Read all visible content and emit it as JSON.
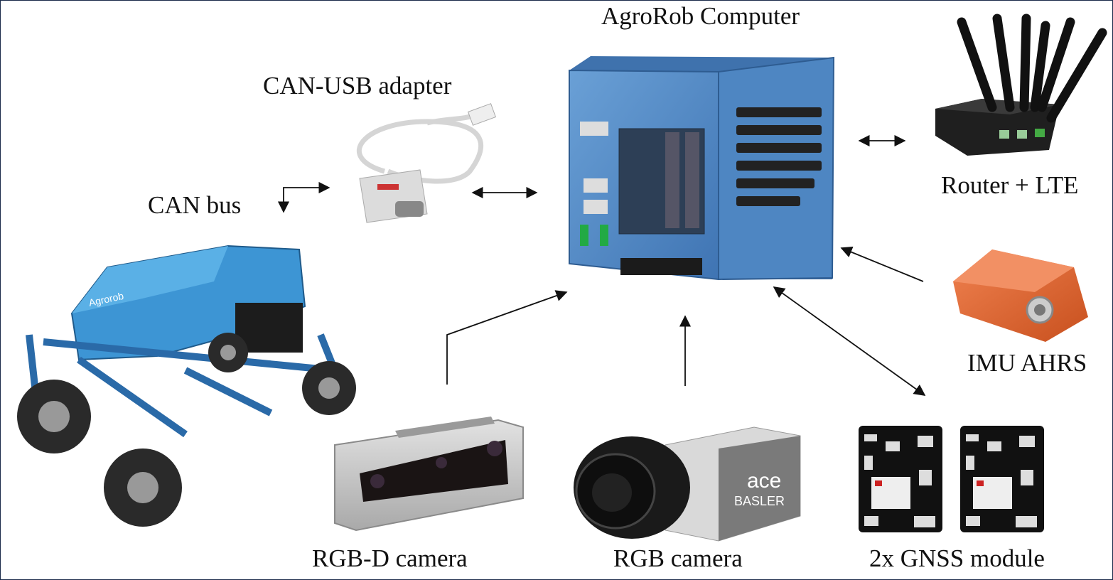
{
  "labels": {
    "computer": "AgroRob Computer",
    "can_usb": "CAN-USB adapter",
    "can_bus": "CAN bus",
    "router": "Router + LTE",
    "imu": "IMU AHRS",
    "rgbd": "RGB-D camera",
    "rgb": "RGB camera",
    "gnss": "2x GNSS module"
  },
  "logos": {
    "camera_brand_1": "ace",
    "camera_brand_2": "BASLER",
    "robot_brand": "Agrorob"
  },
  "colors": {
    "computer_blue": "#4f86c4",
    "robot_blue": "#3f9ad8",
    "imu_orange": "#e0642a",
    "camera_silver": "#c9c9c9",
    "arrow": "#111111"
  }
}
